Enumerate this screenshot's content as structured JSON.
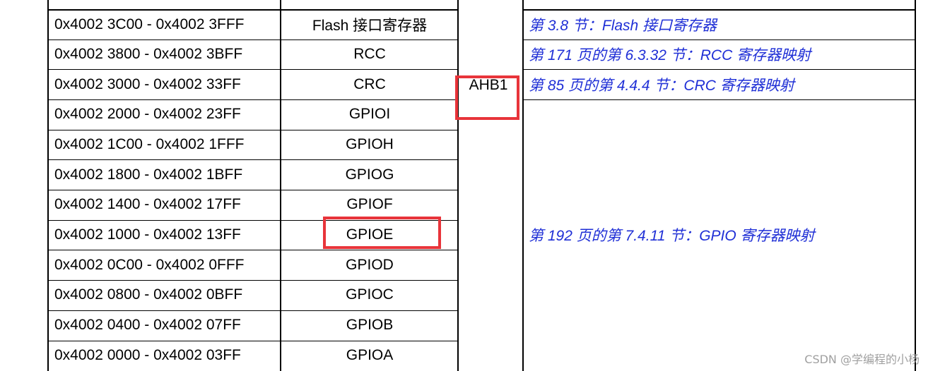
{
  "rows": [
    {
      "range": "0x4002 3C00 - 0x4002 3FFF",
      "peripheral": "Flash 接口寄存器"
    },
    {
      "range": "0x4002 3800 - 0x4002 3BFF",
      "peripheral": "RCC"
    },
    {
      "range": "0x4002 3000 - 0x4002 33FF",
      "peripheral": "CRC"
    },
    {
      "range": "0x4002 2000 - 0x4002 23FF",
      "peripheral": "GPIOI"
    },
    {
      "range": "0x4002 1C00 - 0x4002 1FFF",
      "peripheral": "GPIOH"
    },
    {
      "range": "0x4002 1800 - 0x4002 1BFF",
      "peripheral": "GPIOG"
    },
    {
      "range": "0x4002 1400 - 0x4002 17FF",
      "peripheral": "GPIOF"
    },
    {
      "range": "0x4002 1000 - 0x4002 13FF",
      "peripheral": "GPIOE"
    },
    {
      "range": "0x4002 0C00 - 0x4002 0FFF",
      "peripheral": "GPIOD"
    },
    {
      "range": "0x4002 0800 - 0x4002 0BFF",
      "peripheral": "GPIOC"
    },
    {
      "range": "0x4002 0400 - 0x4002 07FF",
      "peripheral": "GPIOB"
    },
    {
      "range": "0x4002 0000 - 0x4002 03FF",
      "peripheral": "GPIOA"
    }
  ],
  "bus": "AHB1",
  "references": [
    "第 3.8 节：Flash 接口寄存器",
    "第 171 页的第 6.3.32 节：RCC 寄存器映射",
    "第 85 页的第 4.4.4 节：CRC 寄存器映射",
    "第 192 页的第 7.4.11 节：GPIO 寄存器映射"
  ],
  "watermark": "CSDN @学编程的小杨",
  "colors": {
    "highlight": "#e8343a",
    "link": "#1f2fd6"
  }
}
